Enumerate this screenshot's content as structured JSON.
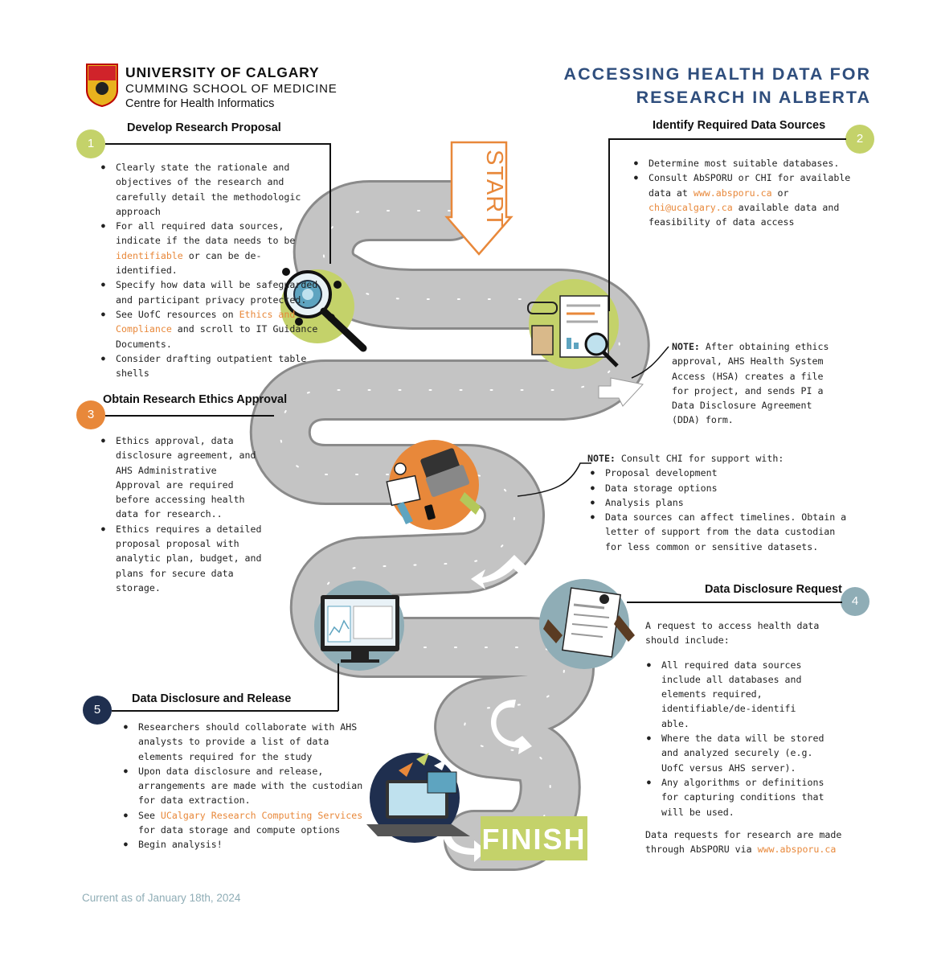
{
  "header": {
    "university": "UNIVERSITY OF CALGARY",
    "school": "CUMMING SCHOOL OF MEDICINE",
    "centre": "Centre for Health Informatics",
    "title_line1": "ACCESSING HEALTH DATA FOR",
    "title_line2": "RESEARCH IN ALBERTA"
  },
  "road": {
    "start_label": "START",
    "finish_label": "FINISH"
  },
  "colors": {
    "lime": "#c4d26a",
    "orange": "#e8883a",
    "slate": "#8fadb6",
    "navy": "#1f2f4f",
    "road_gray": "#c4c4c4",
    "title_blue": "#2f4e7d",
    "link_orange": "#e8883a"
  },
  "steps": [
    {
      "number": "1",
      "title": "Develop Research Proposal",
      "items": [
        {
          "text": "Clearly state the rationale and objectives of the research and carefully detail the methodologic approach"
        },
        {
          "pre": "For all required data sources, indicate if the data needs to be ",
          "link": "identifiable",
          "post": " or can be de-identified."
        },
        {
          "text": "Specify how data will be safeguarded and participant privacy protected."
        },
        {
          "pre": "See UofC resources on ",
          "link": "Ethics and Compliance",
          "post": " and scroll to IT Guidance Documents."
        },
        {
          "text": "Consider drafting outpatient table shells"
        }
      ]
    },
    {
      "number": "2",
      "title": "Identify Required Data Sources",
      "items": [
        {
          "text": "Determine most suitable databases."
        },
        {
          "pre": "Consult AbSPORU or CHI for available data at ",
          "link": "www.absporu.ca",
          "mid": " or ",
          "link2": "chi@ucalgary.ca",
          "post": " available data and feasibility of data access"
        }
      ]
    },
    {
      "number": "3",
      "title": "Obtain Research Ethics Approval",
      "items": [
        {
          "text": "Ethics approval, data disclosure agreement, and AHS Administrative Approval are required before accessing health  data for research.."
        },
        {
          "text": "Ethics requires a detailed proposal proposal with analytic plan, budget, and plans for secure data storage."
        }
      ]
    },
    {
      "number": "4",
      "title": "Data Disclosure Request",
      "intro": "A request to access health data should include:",
      "items": [
        {
          "text": "All required data sources include all databases and elements required, identifiable/de-identifi able."
        },
        {
          "text": "Where the data will be stored and analyzed securely (e.g. UofC versus AHS server)."
        },
        {
          "text": "Any algorithms or definitions for capturing conditions that will be used."
        }
      ],
      "footer_pre": "Data requests for research are made through AbSPORU via ",
      "footer_link": "www.absporu.ca"
    },
    {
      "number": "5",
      "title": "Data Disclosure and Release",
      "items": [
        {
          "text": "Researchers should collaborate with AHS analysts to provide a list of data elements required for the study"
        },
        {
          "text": "Upon data disclosure and release, arrangements are made with the custodian for data extraction."
        },
        {
          "pre": "See ",
          "link": "UCalgary Research Computing Services",
          "post": " for data storage and compute options"
        },
        {
          "text": "Begin analysis!"
        }
      ]
    }
  ],
  "notes": {
    "note1": {
      "label": "NOTE:",
      "text": " After obtaining ethics approval, AHS Health System Access (HSA) creates a file for project, and sends PI a Data Disclosure Agreement (DDA) form."
    },
    "note2": {
      "label": "NOTE:",
      "text": " Consult CHI for support with:",
      "items": [
        "Proposal development",
        "Data storage options",
        "Analysis plans",
        "Data sources can affect timelines. Obtain a letter of support from the data custodian for less common or sensitive datasets."
      ]
    }
  },
  "footer": {
    "date": "Current as of January 18th, 2024"
  }
}
